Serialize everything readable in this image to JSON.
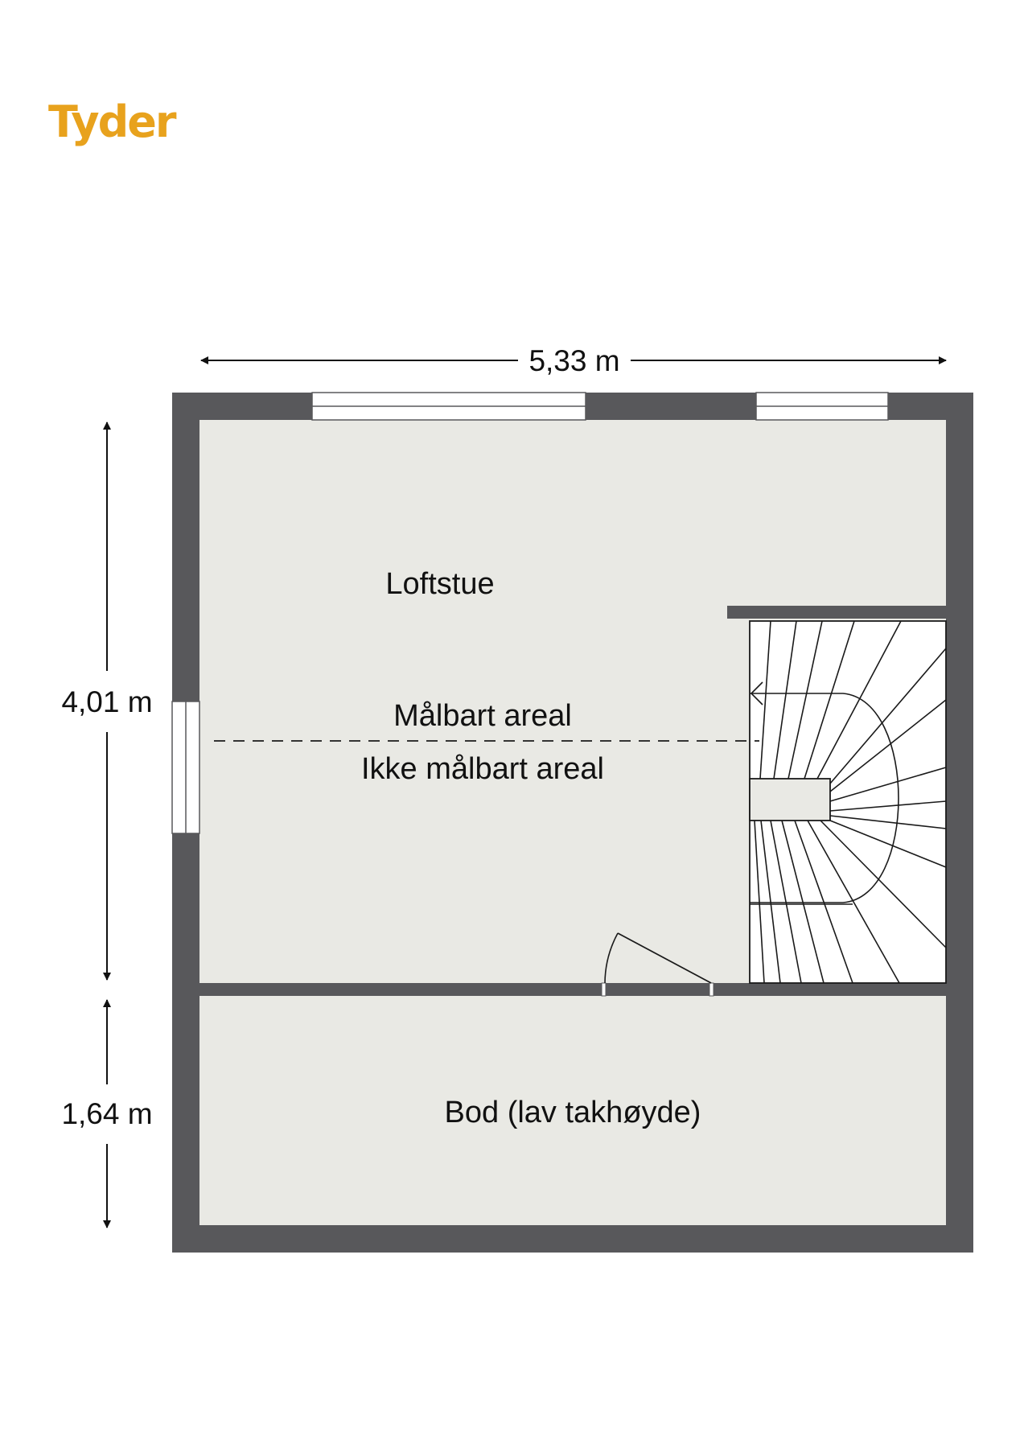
{
  "brand": {
    "logo_text": "Tyder",
    "color": "#e8a21d"
  },
  "dimensions": {
    "width_label": "5,33 m",
    "height_top_label": "4,01 m",
    "height_bottom_label": "1,64 m"
  },
  "rooms": {
    "loft_label": "Loftstue",
    "measurable_label": "Målbart areal",
    "non_measurable_label": "Ikke målbart areal",
    "storage_label": "Bod (lav takhøyde)"
  },
  "colors": {
    "wall": "#58585b",
    "floor": "#e9e9e4",
    "text": "#111111",
    "window_fill": "#ffffff"
  }
}
